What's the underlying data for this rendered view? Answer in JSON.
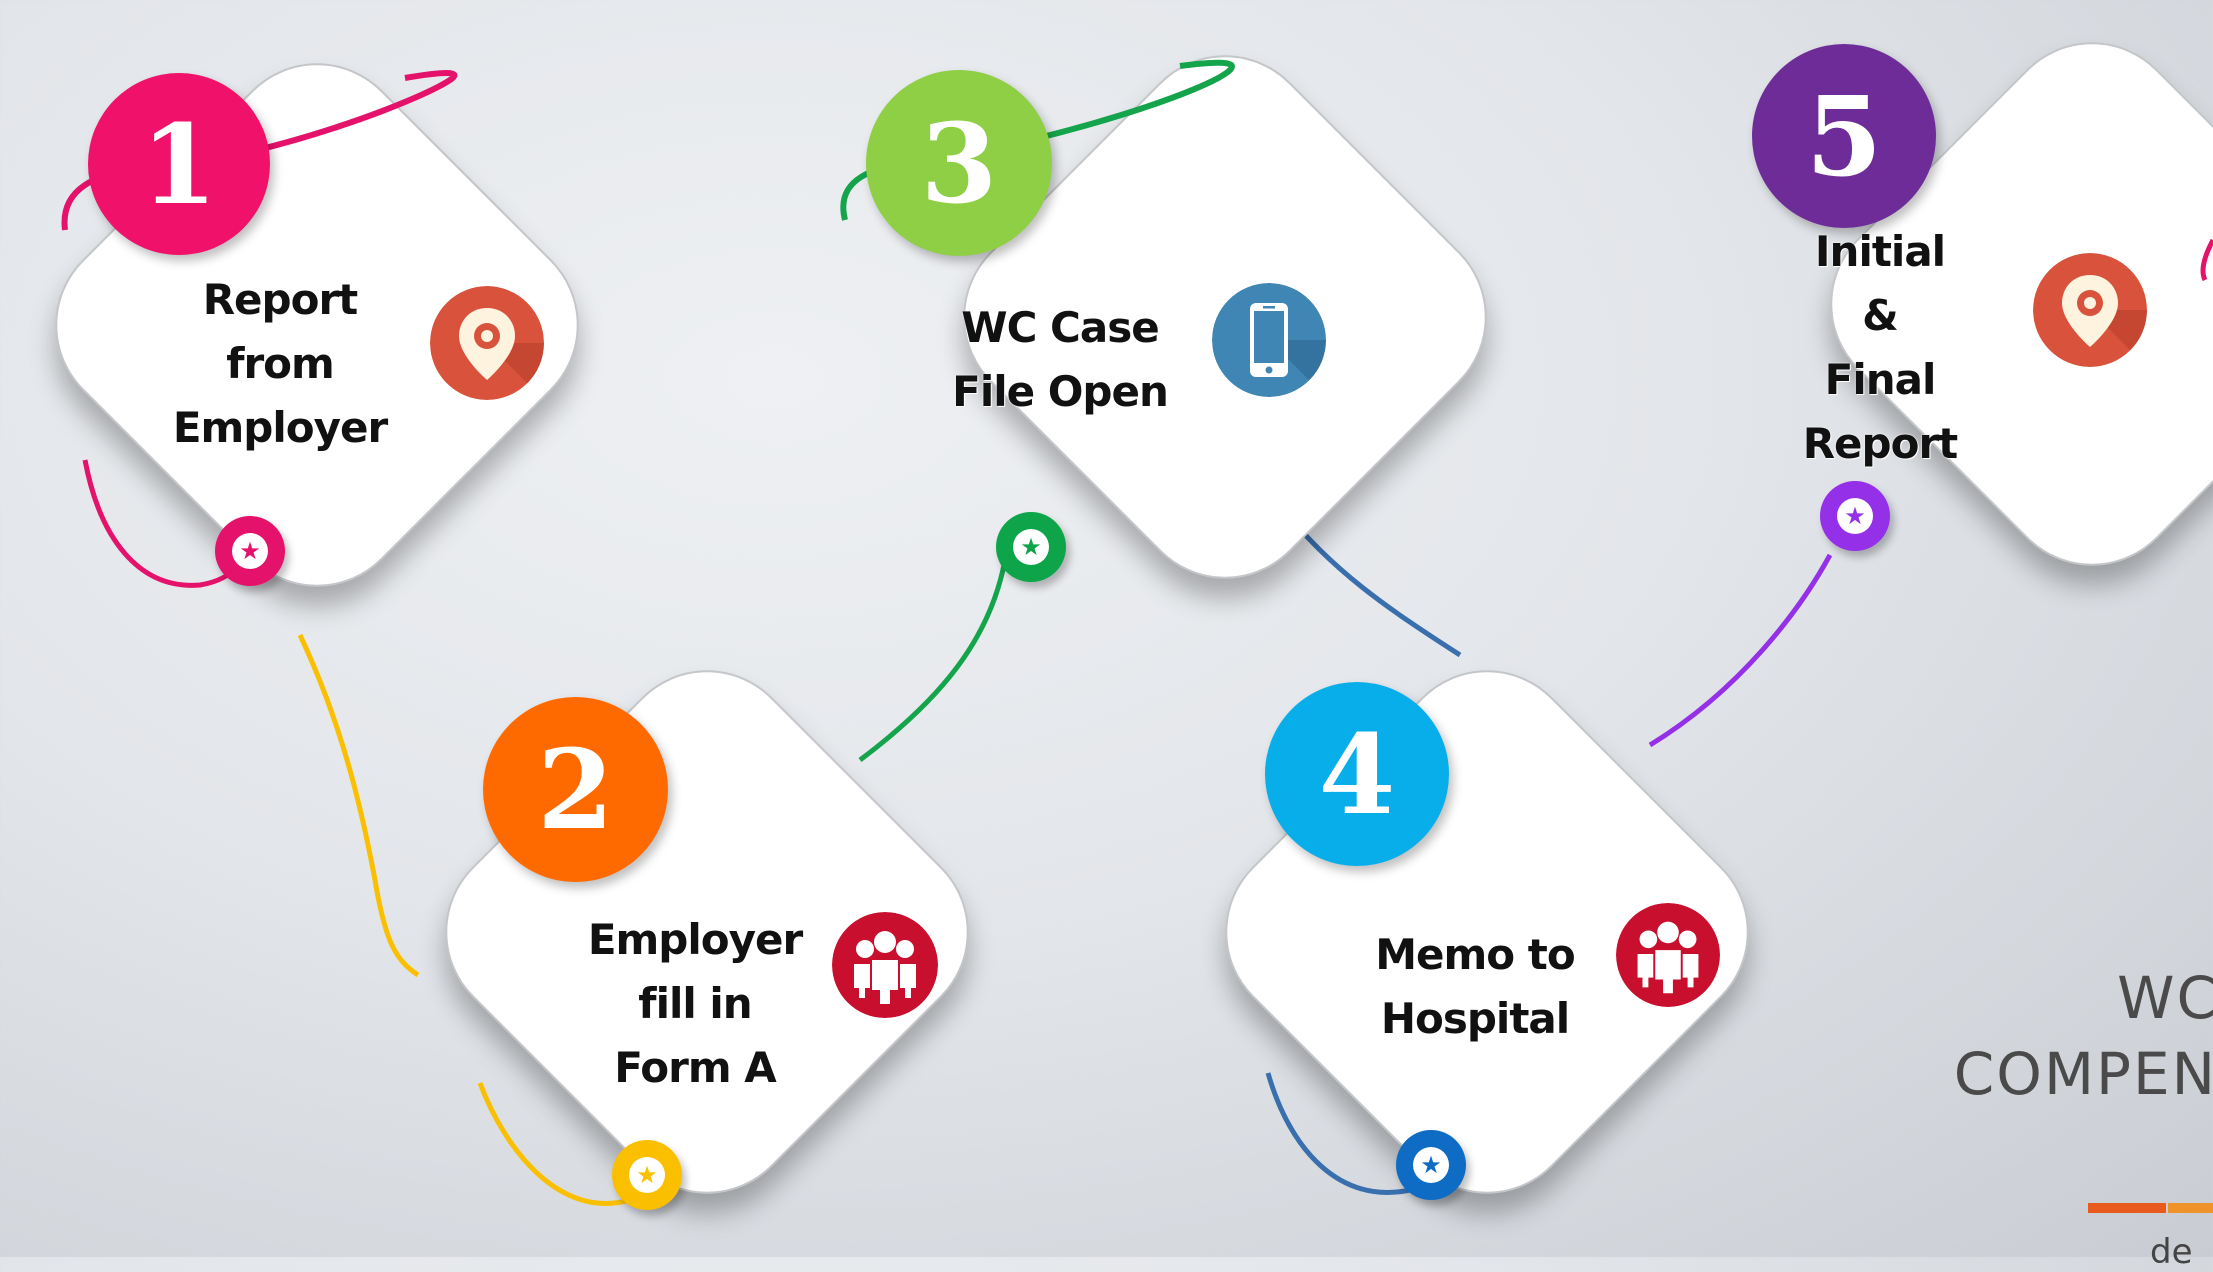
{
  "steps": [
    {
      "number": "1",
      "label": "Report\nfrom\nEmployer",
      "color": "#f0126a",
      "icon": "map-pin-icon"
    },
    {
      "number": "2",
      "label": "Employer\nfill in\nForm A",
      "color": "#ff6a00",
      "icon": "people-group-icon"
    },
    {
      "number": "3",
      "label": "WC Case\nFile Open",
      "color": "#8fcf46",
      "icon": "smartphone-icon"
    },
    {
      "number": "4",
      "label": "Memo to\nHospital",
      "color": "#08aee9",
      "icon": "people-group-icon"
    },
    {
      "number": "5",
      "label": "Initial\n&\nFinal\nReport",
      "color": "#6e2c98",
      "icon": "map-pin-icon"
    }
  ],
  "star_colors": [
    "#e5126c",
    "#fac000",
    "#0ea54a",
    "#0f6cc4",
    "#9430e8"
  ],
  "connector_colors": [
    "#fac000",
    "#14a44b",
    "#3a6fae",
    "#9430e8"
  ],
  "title_lines": [
    "WC",
    "COMPEN"
  ],
  "footer_text": "de",
  "icon_colors": {
    "pin": "#d9533c",
    "phone": "#3f86b4",
    "people": "#c8102e"
  }
}
